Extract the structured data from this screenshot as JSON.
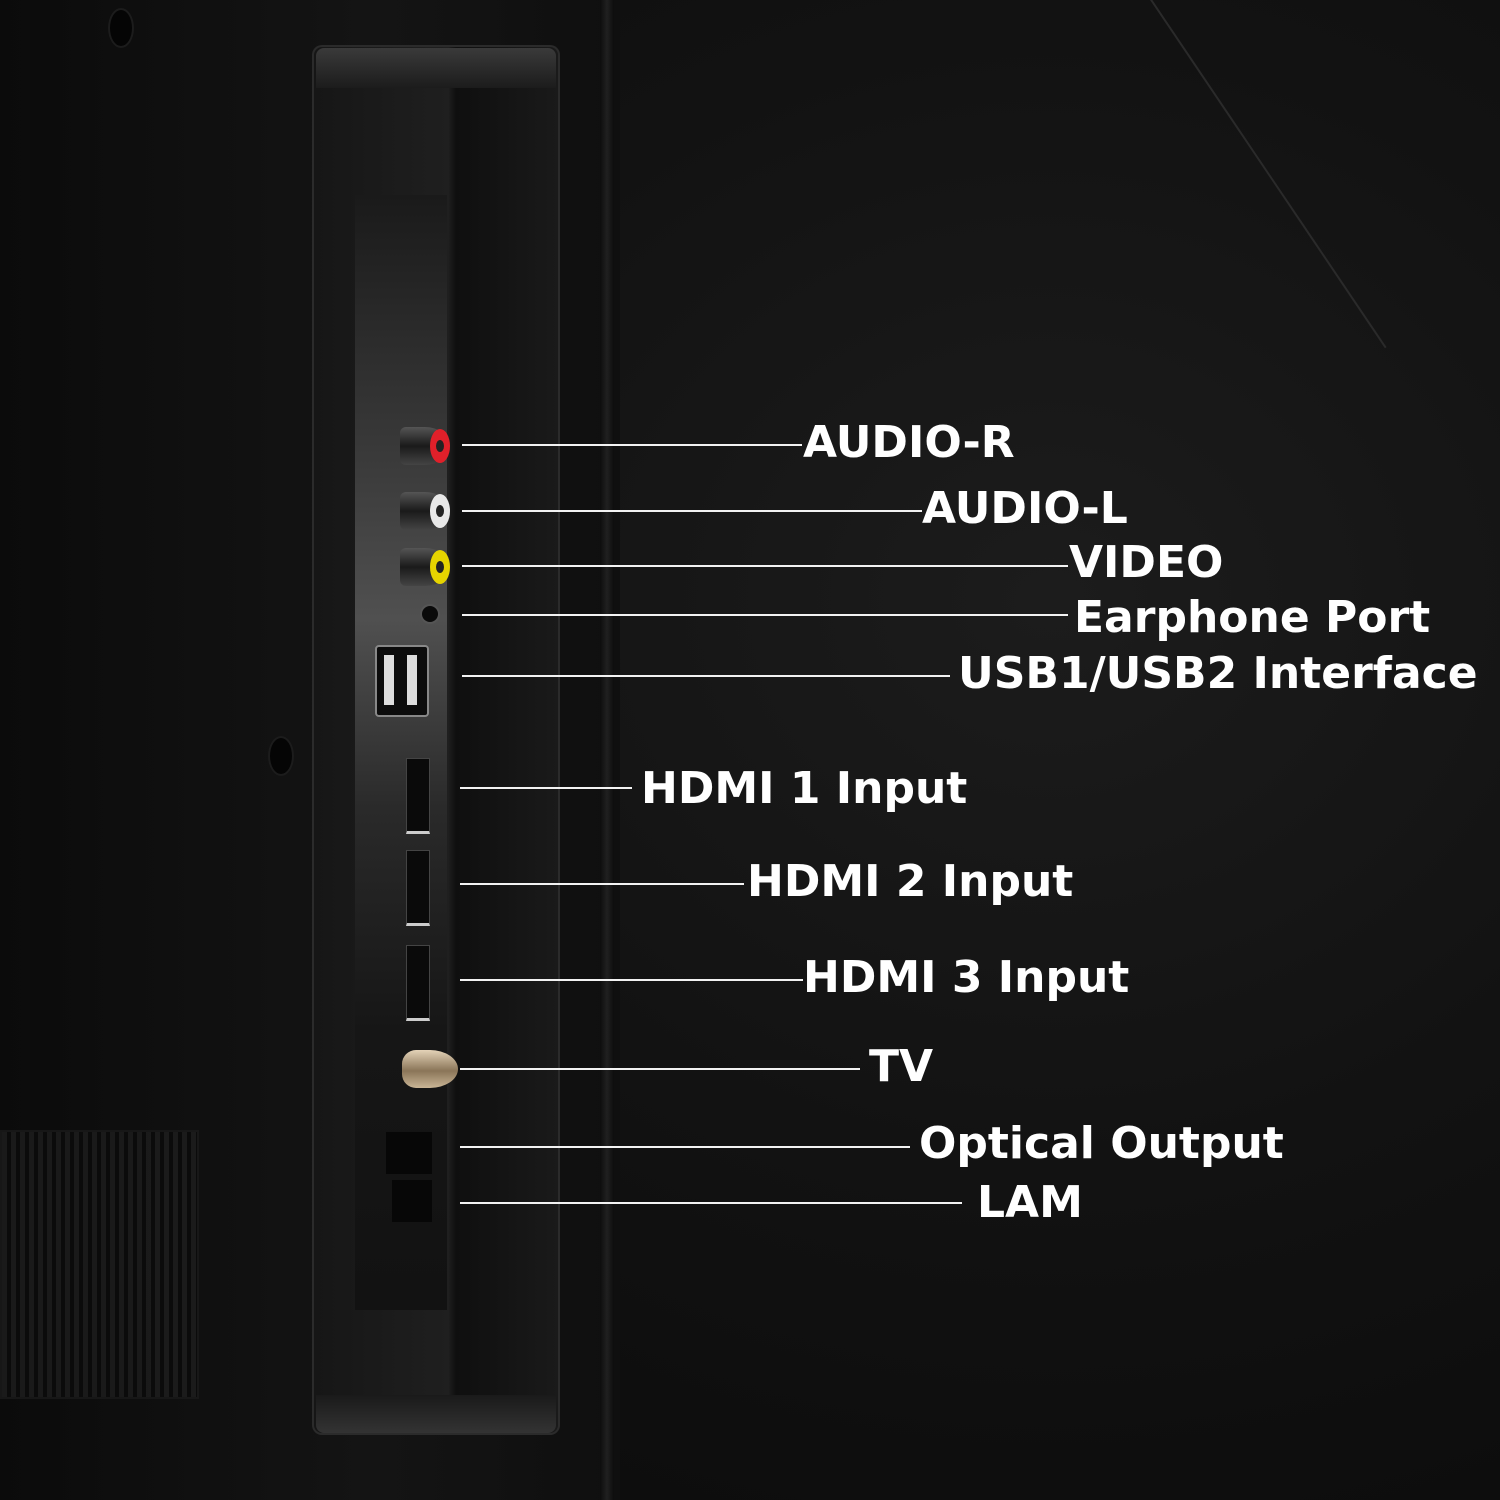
{
  "labels": {
    "audio_r": "AUDIO-R",
    "audio_l": "AUDIO-L",
    "video": "VIDEO",
    "earphone": "Earphone Port",
    "usb": "USB1/USB2 Interface",
    "hdmi1": "HDMI 1 Input",
    "hdmi2": "HDMI 2 Input",
    "hdmi3": "HDMI 3 Input",
    "tv": "TV",
    "optical": "Optical Output",
    "lam": "LAM"
  },
  "colors": {
    "audio_r": "#e0202a",
    "audio_l": "#e8e8e8",
    "video": "#e6d400",
    "label": "#ffffff"
  }
}
